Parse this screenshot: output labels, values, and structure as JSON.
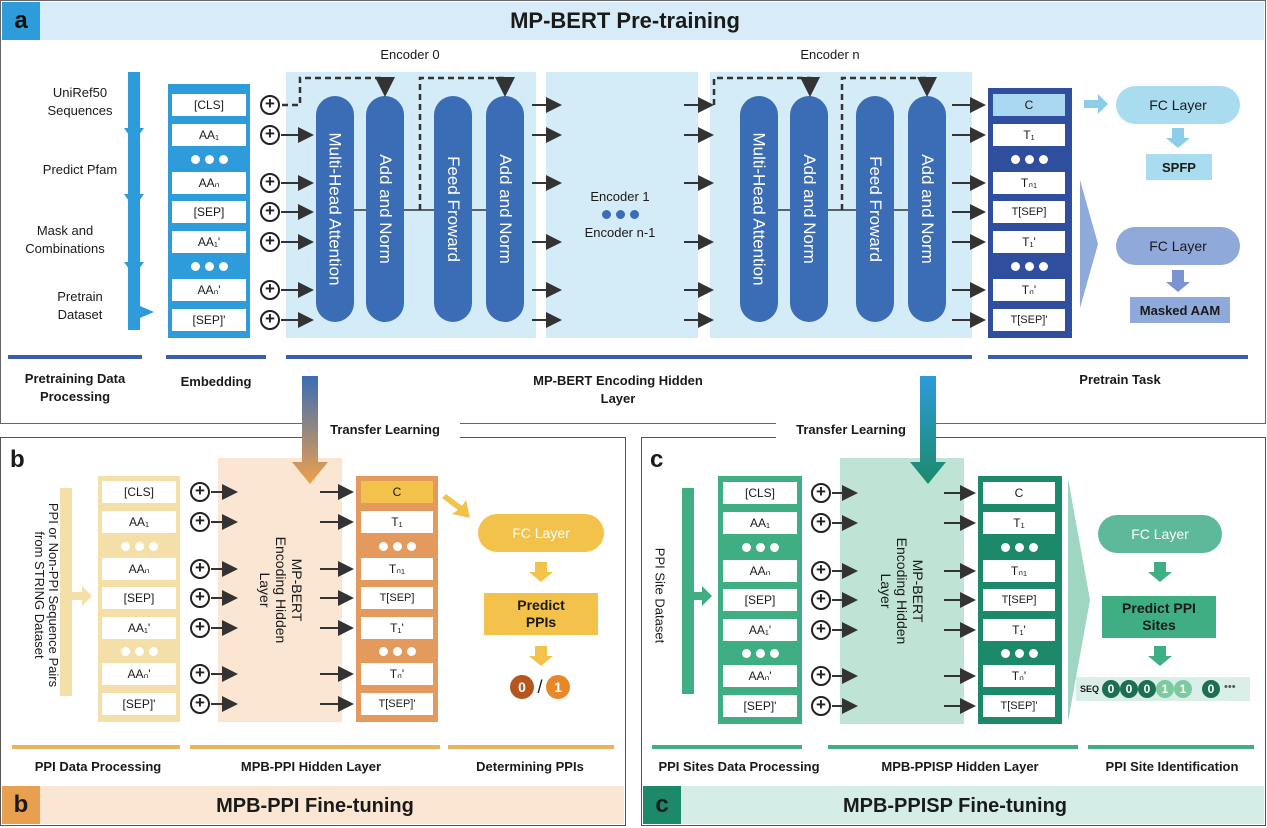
{
  "panel_a": {
    "letter": "a",
    "title": "MP-BERT Pre-training",
    "steps": [
      "UniRef50 Sequences",
      "Predict Pfam",
      "Mask and Combinations",
      "Pretrain Dataset"
    ],
    "embedding": [
      "[CLS]",
      "AA₁",
      "AAₙ",
      "[SEP]",
      "AA₁'",
      "AAₙ'",
      "[SEP]'"
    ],
    "encoder0": "Encoder 0",
    "encoder_n": "Encoder n",
    "encoder_1": "Encoder 1",
    "encoder_n1": "Encoder n-1",
    "blocks": [
      "Multi-Head Attention",
      "Add and Norm",
      "Feed Froward",
      "Add and Norm"
    ],
    "outputs": [
      "C",
      "T₁",
      "Tₙ₁",
      "T[SEP]",
      "T₁'",
      "Tₙ'",
      "T[SEP]'"
    ],
    "fc1": "FC Layer",
    "task1": "SPFP",
    "fc2": "FC Layer",
    "task2": "Masked AAM",
    "sections": [
      "Pretraining Data Processing",
      "Embedding",
      "MP-BERT Encoding Hidden Layer",
      "Pretrain Task"
    ]
  },
  "transfer": "Transfer Learning",
  "panel_b": {
    "letter": "b",
    "title": "MPB-PPI Fine-tuning",
    "dataset": "PPI or Non-PPI Sequence Pairs from STRING Dataset",
    "inputs": [
      "[CLS]",
      "AA₁",
      "AAₙ",
      "[SEP]",
      "AA₁'",
      "AAₙ'",
      "[SEP]'"
    ],
    "hidden": "MP-BERT Encoding Hidden Layer",
    "outputs": [
      "C",
      "T₁",
      "Tₙ₁",
      "T[SEP]",
      "T₁'",
      "Tₙ'",
      "T[SEP]'"
    ],
    "fc": "FC Layer",
    "predict": "Predict PPIs",
    "zero": "0",
    "slash": "/",
    "one": "1",
    "sections": [
      "PPI Data Processing",
      "MPB-PPI Hidden Layer",
      "Determining PPIs"
    ]
  },
  "panel_c": {
    "letter": "c",
    "title": "MPB-PPISP Fine-tuning",
    "dataset": "PPI Site Dataset",
    "inputs": [
      "[CLS]",
      "AA₁",
      "AAₙ",
      "[SEP]",
      "AA₁'",
      "AAₙ'",
      "[SEP]'"
    ],
    "hidden": "MP-BERT Encoding Hidden Layer",
    "outputs": [
      "C",
      "T₁",
      "Tₙ₁",
      "T[SEP]",
      "T₁'",
      "Tₙ'",
      "T[SEP]'"
    ],
    "fc": "FC Layer",
    "predict": "Predict PPI Sites",
    "seq_label": "SEQ",
    "seq": [
      "0",
      "0",
      "0",
      "1",
      "1",
      "0"
    ],
    "ellipsis": "•••",
    "sections": [
      "PPI Sites Data Processing",
      "MPB-PPISP Hidden Layer",
      "PPI Site Identification"
    ]
  },
  "colors": {
    "blue": "#2E9BDA",
    "dark_blue": "#3A5DAE",
    "orange": "#E39A4A",
    "yellow": "#F2C24A",
    "green": "#3FAE82",
    "dark_green": "#1C8A6A"
  }
}
